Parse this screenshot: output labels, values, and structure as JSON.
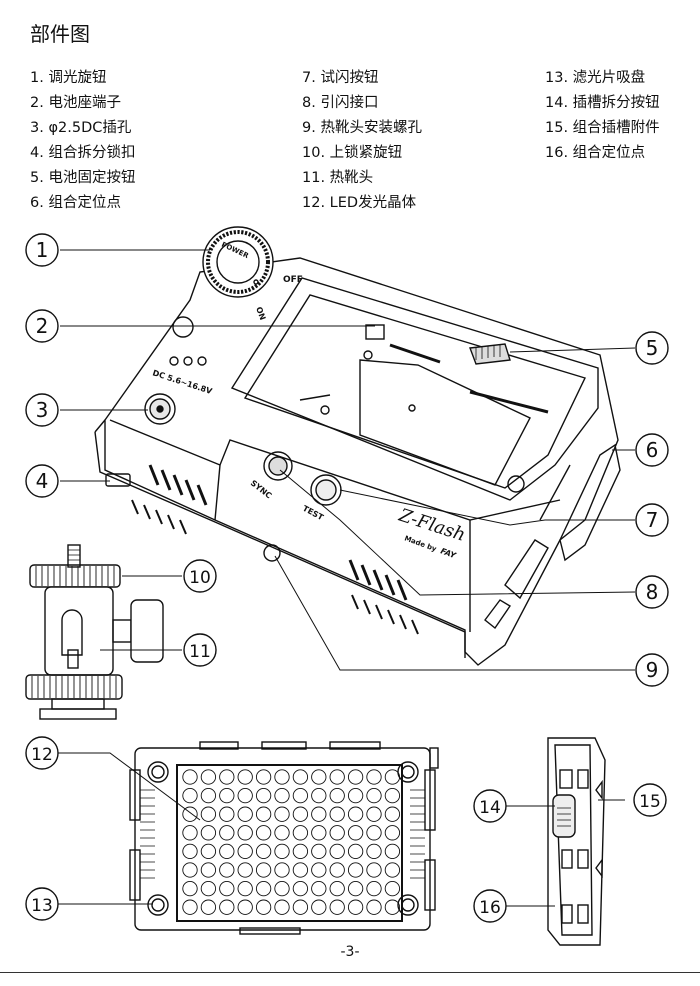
{
  "page": {
    "title": "部件图",
    "page_number": "-3-"
  },
  "parts": {
    "col1": [
      "1. 调光旋钮",
      "2. 电池座端子",
      "3. φ2.5DC插孔",
      "4. 组合拆分锁扣",
      "5. 电池固定按钮",
      "6. 组合定位点"
    ],
    "col2": [
      "7. 试闪按钮",
      "8. 引闪接口",
      "9. 热靴头安装螺孔",
      "10. 上锁紧旋钮",
      "11. 热靴头",
      "12. LED发光晶体"
    ],
    "col3": [
      "13. 滤光片吸盘",
      "14. 插槽拆分按钮",
      "15. 组合插槽附件",
      "16. 组合定位点"
    ]
  },
  "callouts": [
    "1",
    "2",
    "3",
    "4",
    "5",
    "6",
    "7",
    "8",
    "9",
    "10",
    "11",
    "12",
    "13",
    "14",
    "15",
    "16"
  ],
  "device_labels": {
    "power": "POWER",
    "off": "OFF",
    "on": "ON",
    "dc": "DC 5.6~16.8V",
    "sync": "SYNC",
    "test": "TEST",
    "logo": "Z-Flash",
    "made_by": "Made by",
    "brand": "FAY"
  }
}
